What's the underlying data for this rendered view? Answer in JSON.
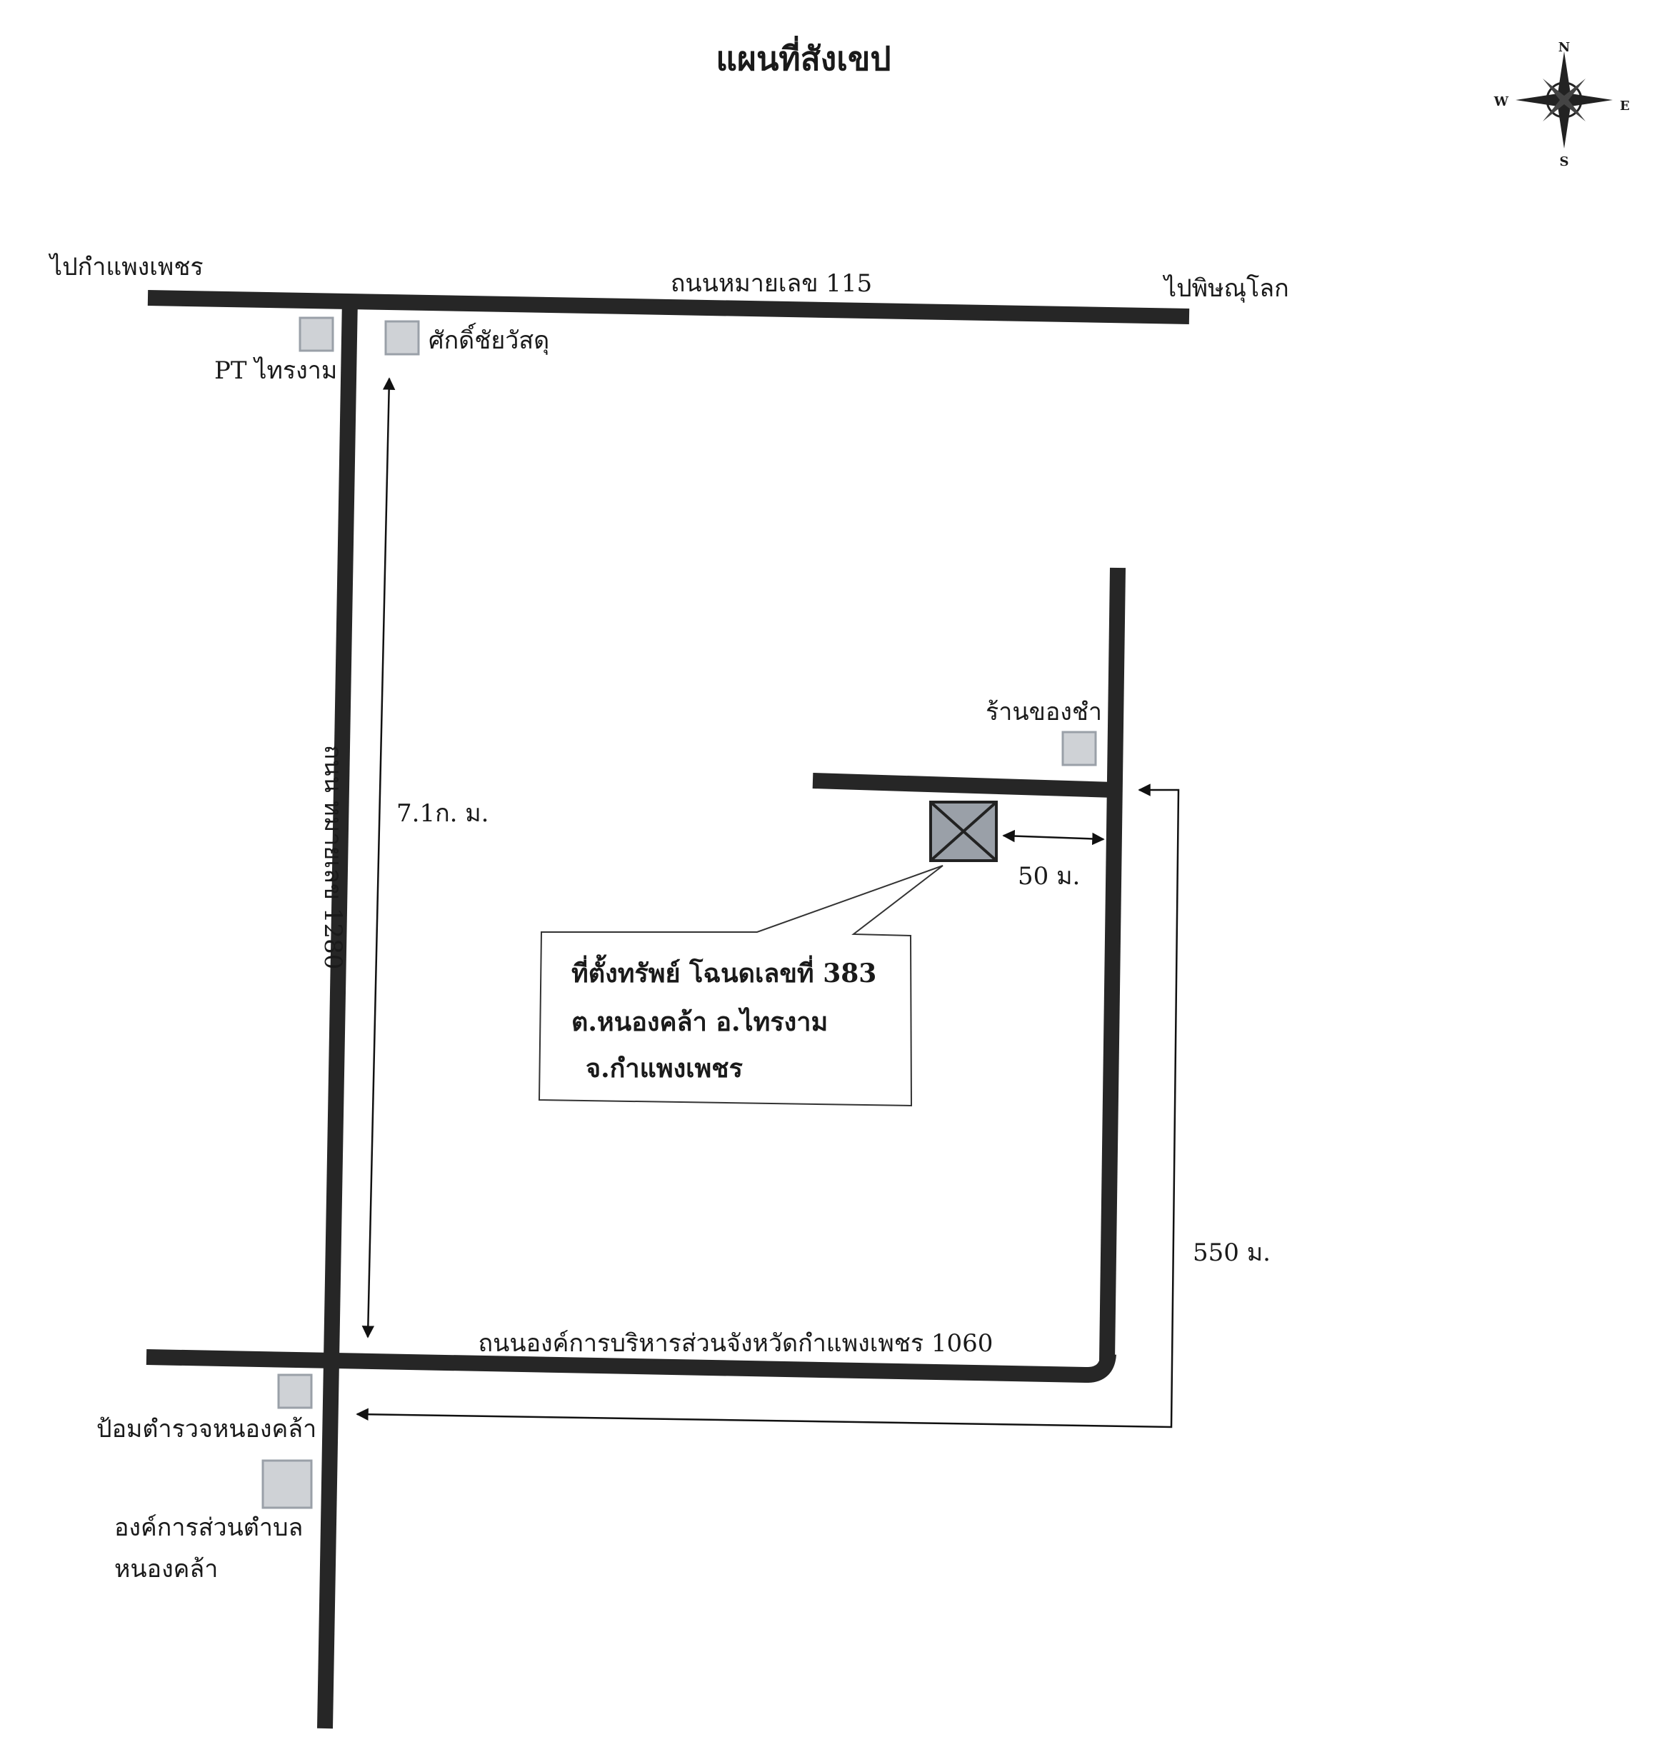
{
  "title": "แผนที่สังเขป",
  "compass": {
    "north": "N",
    "south": "S",
    "east": "E",
    "west": "W"
  },
  "roads": {
    "highway_115": {
      "label": "ถนนหมายเลข 115",
      "to_west": "ไปกำแพงเพชร",
      "to_east": "ไปพิษณุโลก"
    },
    "road_1280": {
      "label": "ถนน หมายเลข 1280"
    },
    "road_1060": {
      "label": "ถนนองค์การบริหารส่วนจังหวัดกำแพงเพชร 1060"
    }
  },
  "landmarks": {
    "pt_station": "PT ไทรงาม",
    "sakchai": "ศักดิ์ชัยวัสดุ",
    "grocery": "ร้านของชำ",
    "police_box": "ป้อมตำรวจหนองคล้า",
    "tao_line1": "องค์การส่วนตำบล",
    "tao_line2": "หนองคล้า"
  },
  "distances": {
    "road_1280_segment": "7.1ก. ม.",
    "to_property": "50 ม.",
    "side_road": "550 ม."
  },
  "property": {
    "line1": "ที่ตั้งทรัพย์ โฉนดเลขที่ 383",
    "line2": "ต.หนองคล้า อ.ไทรงาม",
    "line3": "จ.กำแพงเพชร"
  },
  "colors": {
    "road": "#262626",
    "landmark_fill": "#cfd2d6",
    "property_fill": "#9aa0a8",
    "paper": "#ffffff"
  }
}
